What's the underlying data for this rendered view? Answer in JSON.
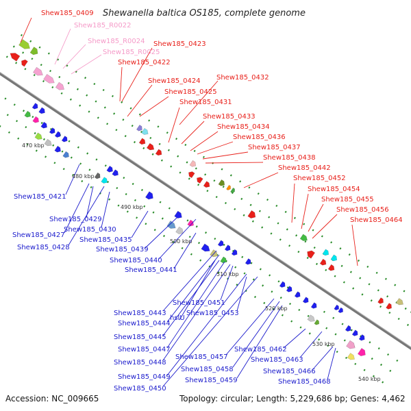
{
  "title": "Shewanella baltica OS185, complete genome",
  "accession": "Accession: NC_009665",
  "topology": "Topology: circular; Length: 5,229,686 bp; Genes: 4,462",
  "colors": {
    "top_label": "#e8201a",
    "rna_label": "#f59ac8",
    "bottom_label": "#1a1acc",
    "axis": "#888888",
    "dots": "#2a8c2a"
  },
  "kbp_ticks": [
    "470 kbp",
    "480 kbp",
    "490 kbp",
    "500 kbp",
    "510 kbp",
    "520 kbp",
    "530 kbp",
    "540 kbp"
  ],
  "top_labels": [
    "Shew185_0409",
    "Shew185_0423",
    "Shew185_0422",
    "Shew185_0424",
    "Shew185_0425",
    "Shew185_0432",
    "Shew185_0431",
    "Shew185_0433",
    "Shew185_0434",
    "Shew185_0436",
    "Shew185_0437",
    "Shew185_0438",
    "Shew185_0442",
    "Shew185_0452",
    "Shew185_0454",
    "Shew185_0455",
    "Shew185_0456",
    "Shew185_0464"
  ],
  "rna_labels": [
    "Shew185_R0022",
    "Shew185_R0024",
    "Shew185_R0025"
  ],
  "bottom_labels": [
    "Shew185_0421",
    "Shew185_0429",
    "Shew185_0430",
    "Shew185_0427",
    "Shew185_0428",
    "Shew185_0435",
    "Shew185_0439",
    "Shew185_0440",
    "Shew185_0441",
    "Shew185_0451",
    "Shew185_0443",
    "Shew185_0444",
    "hslU",
    "Shew185_0453",
    "Shew185_0445",
    "Shew185_0447",
    "Shew185_0448",
    "Shew185_0457",
    "Shew185_0449",
    "Shew185_0450",
    "Shew185_0458",
    "Shew185_0459",
    "Shew185_0462",
    "Shew185_0463",
    "Shew185_0466",
    "Shew185_0468"
  ]
}
